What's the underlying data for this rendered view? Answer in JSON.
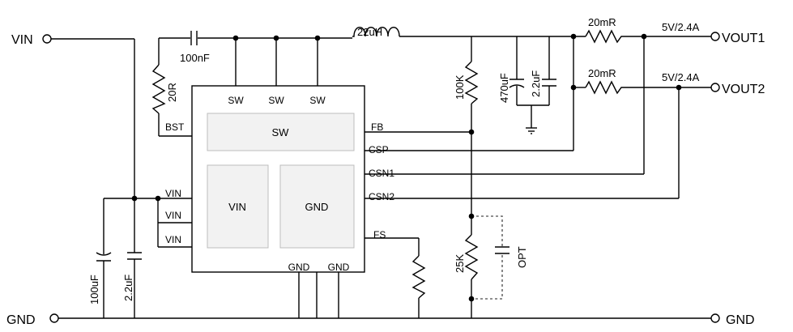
{
  "terminals": {
    "vin": "VIN",
    "gnd_left": "GND",
    "gnd_right": "GND",
    "vout1": "VOUT1",
    "vout2": "VOUT2"
  },
  "ratings": {
    "out1": "5V/2.4A",
    "out2": "5V/2.4A"
  },
  "components": {
    "cap_boot": "100nF",
    "res_boot": "20R",
    "inductor": "22uH",
    "res_sense1": "20mR",
    "res_sense2": "20mR",
    "res_fb_top": "100K",
    "cap_out_bulk": "470uF",
    "cap_out_small": "2.2uF",
    "res_fb_bottom": "25K",
    "cap_opt": "OPT",
    "cap_in_bulk": "100uF",
    "cap_in_small": "2.2uF"
  },
  "ic_pins": {
    "sw1": "SW",
    "sw2": "SW",
    "sw3": "SW",
    "bst": "BST",
    "vin1": "VIN",
    "vin2": "VIN",
    "vin3": "VIN",
    "fb": "FB",
    "csp": "CSP",
    "csn1": "CSN1",
    "csn2": "CSN2",
    "fs": "FS",
    "gnd1": "GND",
    "gnd2": "GND"
  },
  "ic_pads": {
    "sw": "SW",
    "vin": "VIN",
    "gnd": "GND"
  },
  "colors": {
    "pad_fill": "#f2f2f2",
    "wire": "#000000",
    "opt_dashed": "#6b6b6b"
  }
}
